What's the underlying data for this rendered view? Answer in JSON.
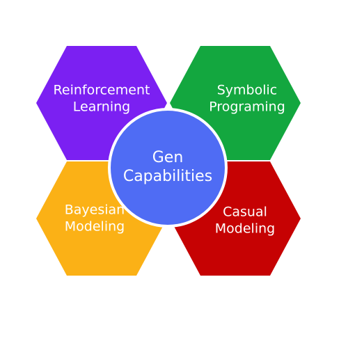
{
  "center": {
    "line1": "Gen",
    "line2": "Capabilities",
    "color": "#4f6cf4",
    "border_color": "#ffffff"
  },
  "hexagons": [
    {
      "id": "reinforcement-learning",
      "line1": "Reinforcement",
      "line2": "Learning",
      "color": "#7b20f2"
    },
    {
      "id": "symbolic-programing",
      "line1": "Symbolic",
      "line2": "Programing",
      "color": "#13a73f"
    },
    {
      "id": "bayesian-modeling",
      "line1": "Bayesian",
      "line2": "Modeling",
      "color": "#fbb116"
    },
    {
      "id": "casual-modeling",
      "line1": "Casual",
      "line2": "Modeling",
      "color": "#c60203"
    }
  ],
  "background_color": "#ffffff"
}
